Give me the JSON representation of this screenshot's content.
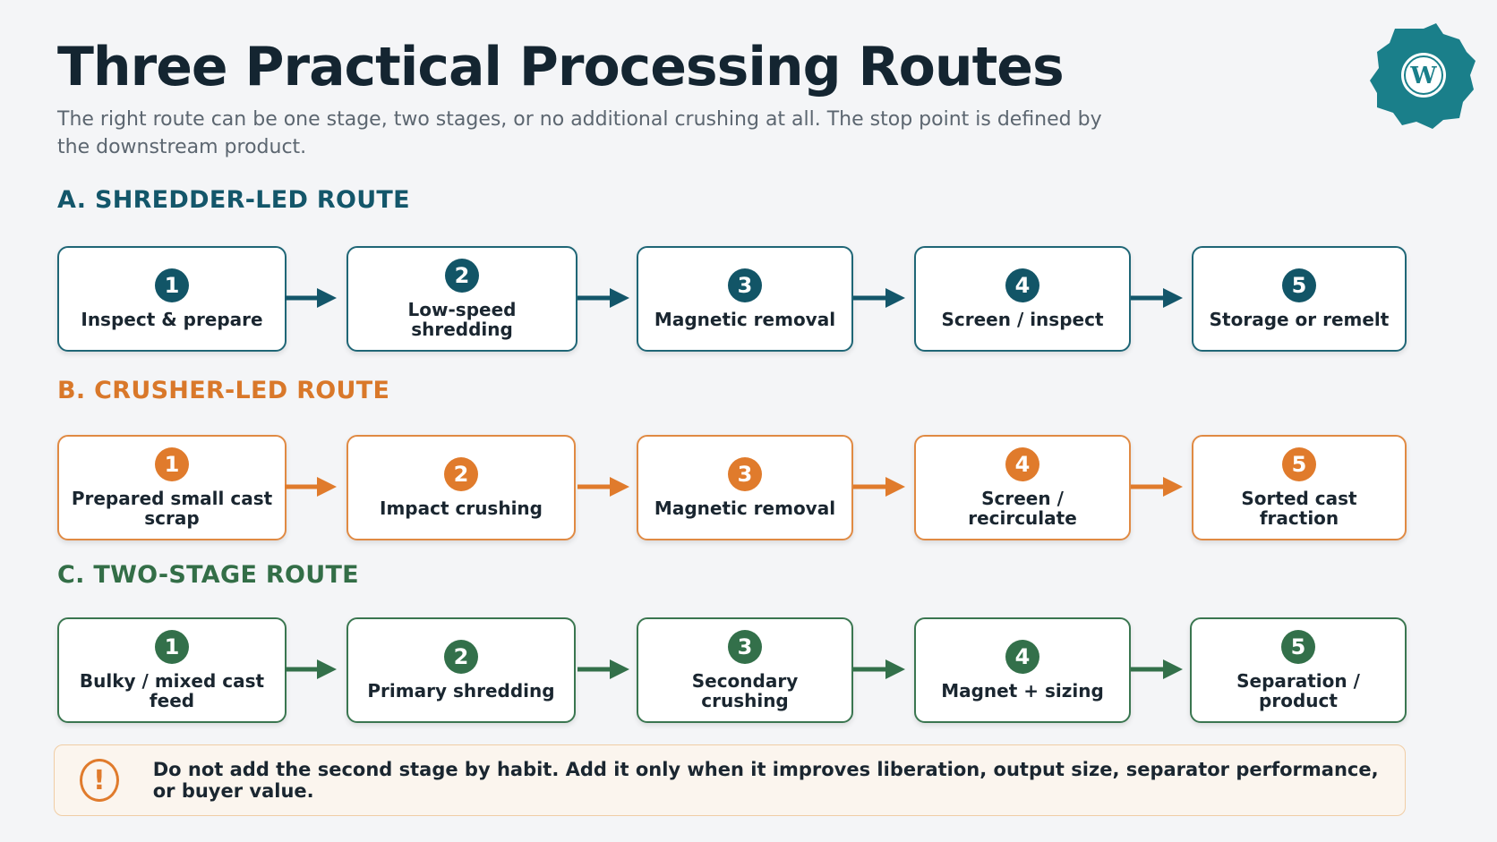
{
  "title": "Three Practical Processing Routes",
  "subtitle": "The right route can be one stage, two stages, or no additional crushing at all. The stop point is defined by the downstream product.",
  "logo": {
    "icon": "gear-logo-icon",
    "colors": [
      "#1a7f8a",
      "#ffffff"
    ]
  },
  "colors": {
    "teal": "#13566a",
    "orange": "#e07b2c",
    "green": "#33704a"
  },
  "routes": [
    {
      "heading": "A. SHREDDER-LED ROUTE",
      "steps": [
        {
          "n": "1",
          "label": "Inspect & prepare"
        },
        {
          "n": "2",
          "label": "Low-speed shredding"
        },
        {
          "n": "3",
          "label": "Magnetic removal"
        },
        {
          "n": "4",
          "label": "Screen / inspect"
        },
        {
          "n": "5",
          "label": "Storage or remelt"
        }
      ]
    },
    {
      "heading": "B. CRUSHER-LED ROUTE",
      "steps": [
        {
          "n": "1",
          "label": "Prepared small cast scrap"
        },
        {
          "n": "2",
          "label": "Impact crushing"
        },
        {
          "n": "3",
          "label": "Magnetic removal"
        },
        {
          "n": "4",
          "label": "Screen / recirculate"
        },
        {
          "n": "5",
          "label": "Sorted cast fraction"
        }
      ]
    },
    {
      "heading": "C. TWO-STAGE ROUTE",
      "steps": [
        {
          "n": "1",
          "label": "Bulky / mixed cast feed"
        },
        {
          "n": "2",
          "label": "Primary shredding"
        },
        {
          "n": "3",
          "label": "Secondary crushing"
        },
        {
          "n": "4",
          "label": "Magnet + sizing"
        },
        {
          "n": "5",
          "label": "Separation / product"
        }
      ]
    }
  ],
  "note": {
    "icon": "exclamation-icon",
    "text": "Do not add the second stage by habit. Add it only when it improves liberation, output size, separator performance, or buyer value."
  }
}
